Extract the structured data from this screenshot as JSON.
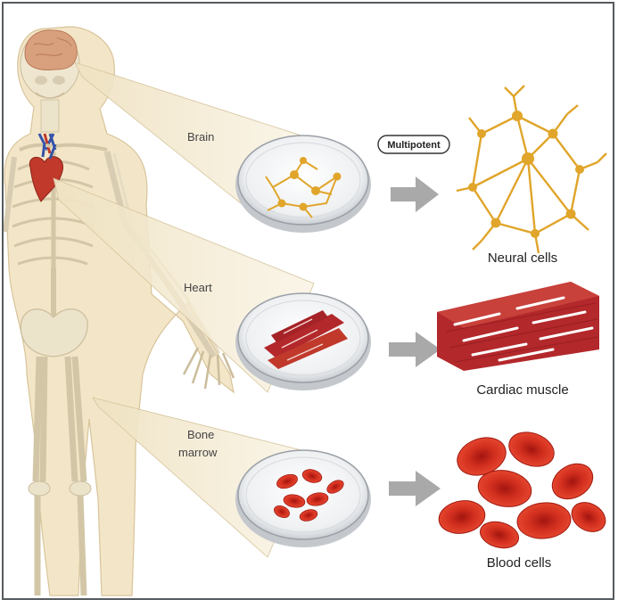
{
  "figure": {
    "source_labels": {
      "brain": "Brain",
      "heart": "Heart",
      "bone_marrow_line1": "Bone",
      "bone_marrow_line2": "marrow"
    },
    "potency_badge": "Multipotent",
    "outcome_labels": {
      "neural": "Neural cells",
      "cardiac": "Cardiac muscle",
      "blood": "Blood cells"
    },
    "colors": {
      "frame": "#555a5f",
      "body_fill": "#f3e6c8",
      "bone": "#ece6d2",
      "brain": "#d9a07e",
      "neuron": "#e0a52a",
      "muscle": "#b3282b",
      "blood": "#cf2a1f",
      "arrow": "#a9a9a9",
      "callout": "#f5ecd5",
      "text": "#222222"
    }
  }
}
